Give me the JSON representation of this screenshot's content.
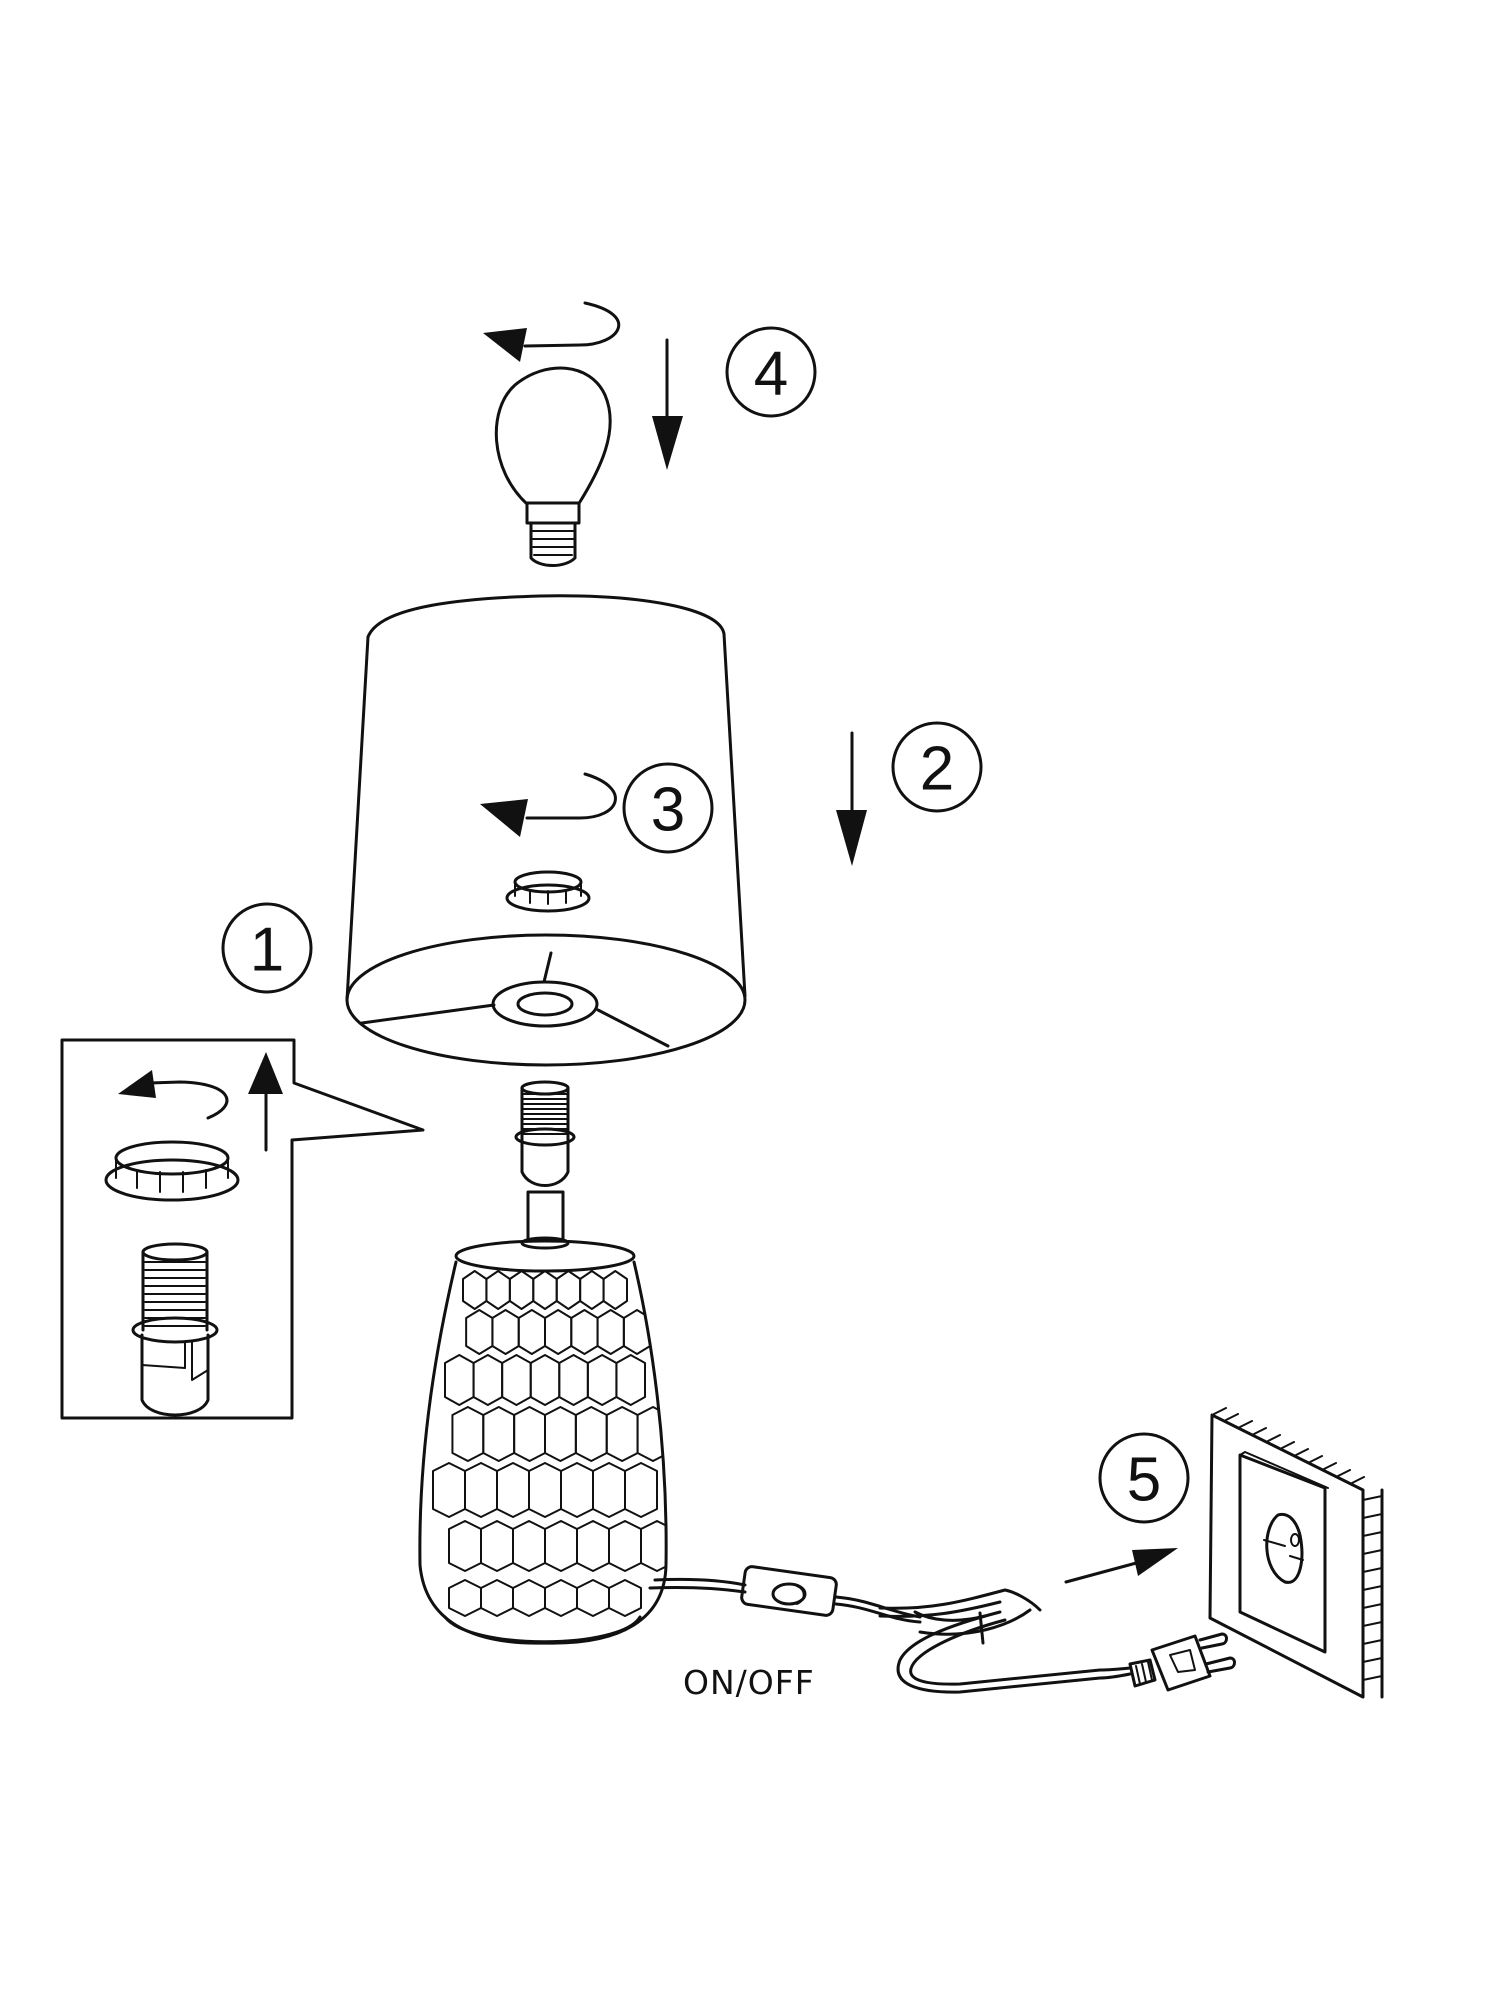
{
  "diagram": {
    "title": "Table lamp assembly instructions",
    "colors": {
      "line": "#111111",
      "background": "#ffffff"
    },
    "steps": [
      {
        "number": "1",
        "description": "Unscrew ring from lamp holder (detail inset)"
      },
      {
        "number": "2",
        "description": "Lower shade onto lamp holder"
      },
      {
        "number": "3",
        "description": "Screw ring to fix shade"
      },
      {
        "number": "4",
        "description": "Screw in bulb"
      },
      {
        "number": "5",
        "description": "Plug into wall socket"
      }
    ],
    "switch_label": "ON/OFF",
    "components": [
      "light-bulb",
      "lamp-shade",
      "shade-ring",
      "lamp-holder",
      "lamp-base",
      "cord-switch",
      "power-cord",
      "plug",
      "wall-socket"
    ]
  }
}
